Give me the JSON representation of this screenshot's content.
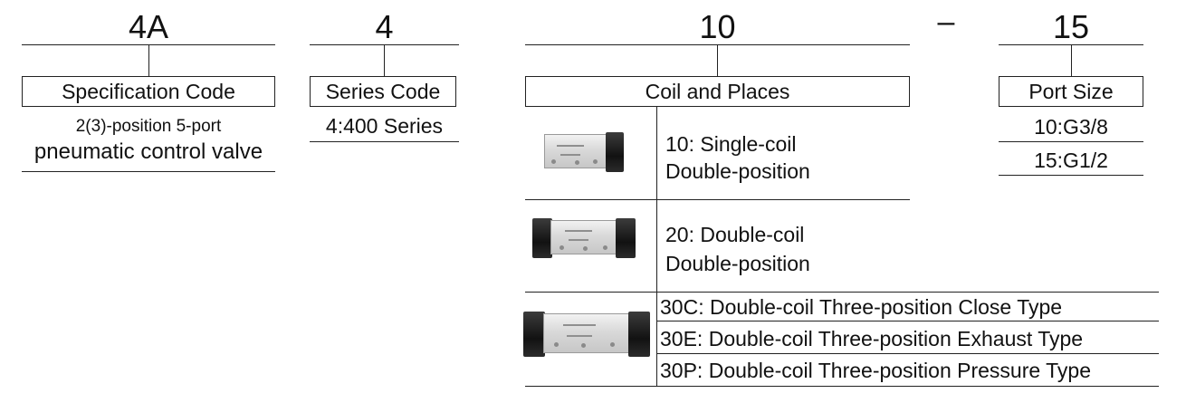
{
  "codes": {
    "spec": "4A",
    "series": "4",
    "coil": "10",
    "dash": "–",
    "port": "15"
  },
  "spec": {
    "title": "Specification Code",
    "desc_line1": "2(3)-position 5-port",
    "desc_line2": "pneumatic control valve"
  },
  "series": {
    "title": "Series Code",
    "value": "4:400 Series"
  },
  "coil": {
    "title": "Coil and Places",
    "rows": [
      {
        "line1": "10: Single-coil",
        "line2": "Double-position"
      },
      {
        "line1": "20: Double-coil",
        "line2": "Double-position"
      }
    ],
    "three_position": [
      "30C: Double-coil Three-position Close Type",
      "30E: Double-coil Three-position Exhaust Type",
      "30P: Double-coil Three-position Pressure Type"
    ]
  },
  "port": {
    "title": "Port Size",
    "options": [
      "10:G3/8",
      "15:G1/2"
    ]
  },
  "icons": {
    "valve_single": "single-coil-valve-icon",
    "valve_double": "double-coil-valve-icon",
    "valve_three": "three-position-valve-icon"
  }
}
